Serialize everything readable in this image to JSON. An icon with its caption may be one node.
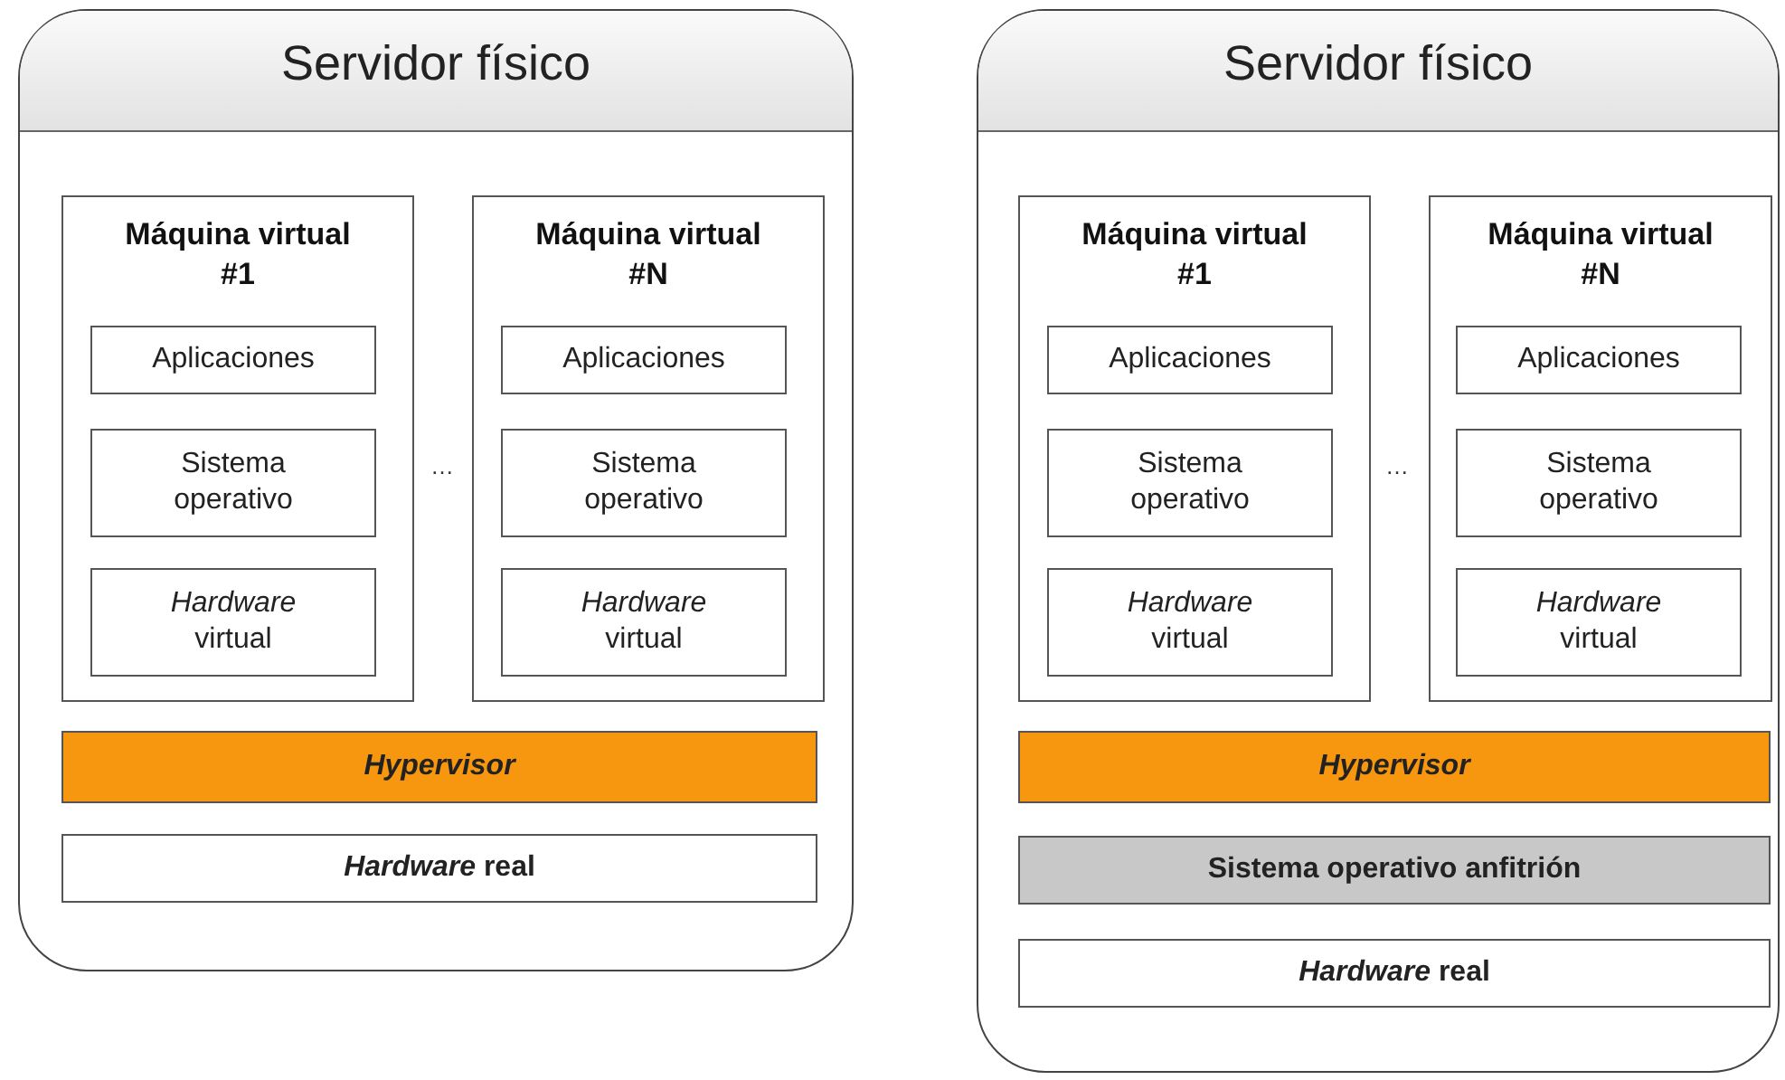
{
  "diagram": {
    "nodes": [
      {
        "text": [
          "Servidor físico"
        ]
      },
      {
        "text": [
          "Máquina virtual #1"
        ],
        "in": 0
      },
      {
        "text": [
          "Aplicaciones"
        ],
        "in": 1
      },
      {
        "text": [
          "Sistema operativo"
        ],
        "in": 1
      },
      {
        "text": [
          "*Hardware* virtual"
        ],
        "in": 1
      },
      {
        "text": [
          "Máquina virtual #N"
        ],
        "in": 0
      },
      {
        "text": [
          "Aplicaciones"
        ],
        "in": 5
      },
      {
        "text": [
          "Sistema operativo"
        ],
        "in": 5
      },
      {
        "text": [
          "*Hardware* virtual"
        ],
        "in": 5
      },
      {
        "text": [
          "Hypervisor"
        ],
        "in": 0
      },
      {
        "text": [
          "*Hardware* real"
        ],
        "in": 0
      },
      {
        "text": [
          "Servidor físico"
        ]
      },
      {
        "text": [
          "Máquina virtual #1"
        ],
        "in": 11
      },
      {
        "text": [
          "Aplicaciones"
        ],
        "in": 12
      },
      {
        "text": [
          "Sistema operativo"
        ],
        "in": 12
      },
      {
        "text": [
          "*Hardware* virtual"
        ],
        "in": 12
      },
      {
        "text": [
          "Máquina virtual #N"
        ],
        "in": 11
      },
      {
        "text": [
          "Aplicaciones"
        ],
        "in": 16
      },
      {
        "text": [
          "Sistema operativo"
        ],
        "in": 16
      },
      {
        "text": [
          "*Hardware* virtual"
        ],
        "in": 16
      },
      {
        "text": [
          "Hypervisor"
        ],
        "in": 11
      },
      {
        "text": [
          "Sistema operativo anfitrión"
        ],
        "in": 11
      },
      {
        "text": [
          "*Hardware* real"
        ],
        "in": 11
      }
    ],
    "edges": [],
    "labels": [
      "…",
      "…"
    ]
  }
}
